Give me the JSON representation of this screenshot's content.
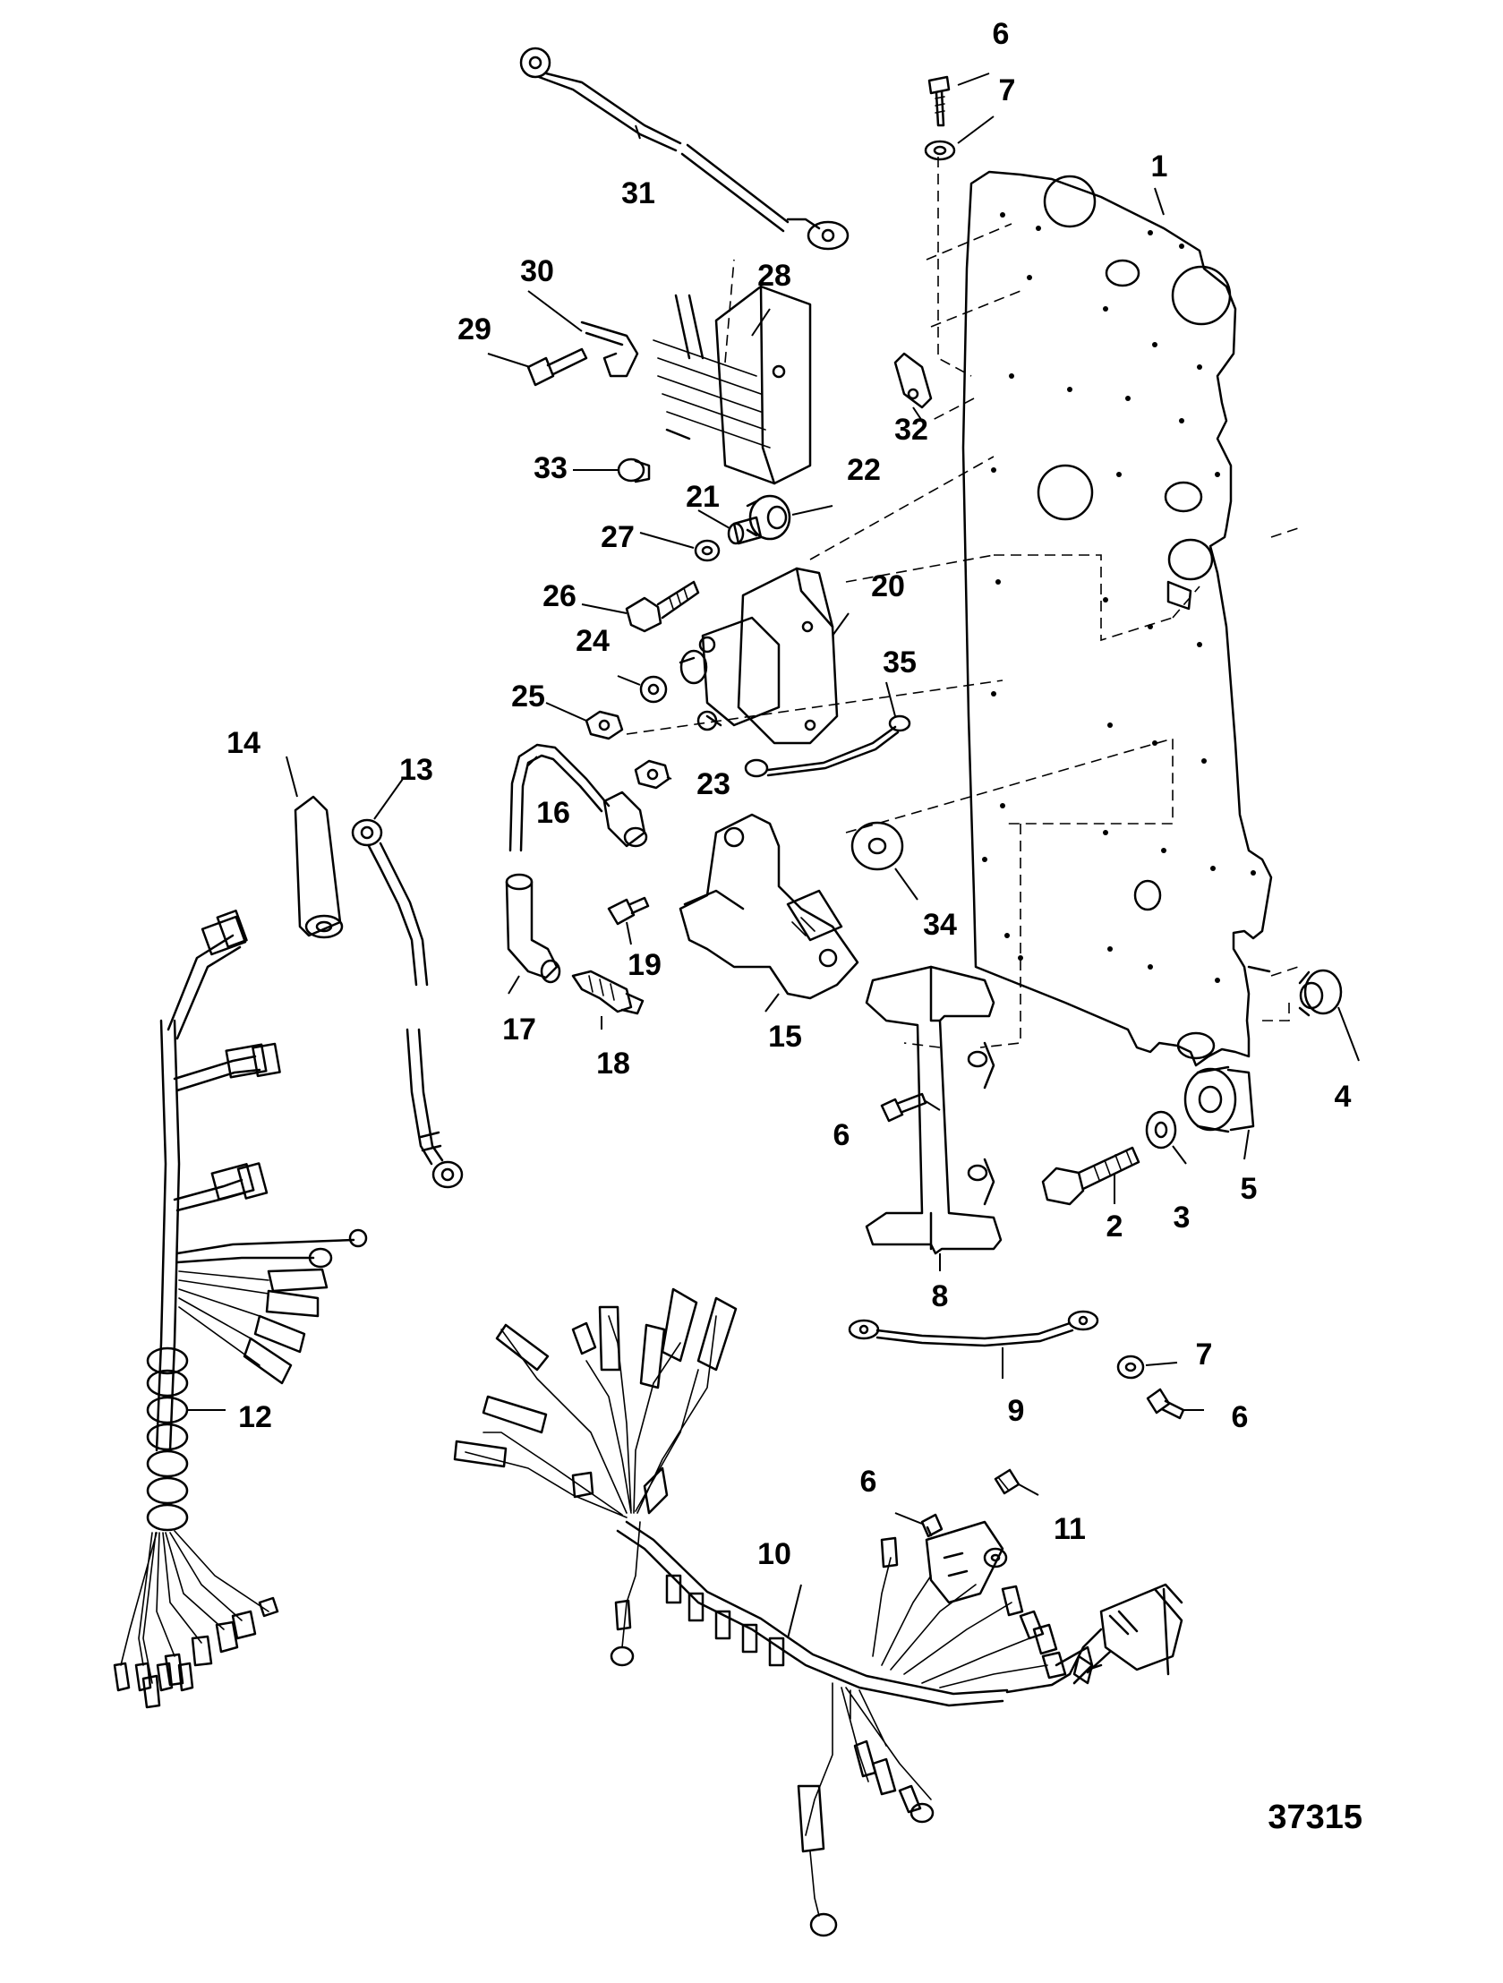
{
  "figure_number": "37315",
  "callouts": [
    {
      "id": "c1",
      "text": "1"
    },
    {
      "id": "c2",
      "text": "2"
    },
    {
      "id": "c3",
      "text": "3"
    },
    {
      "id": "c4",
      "text": "4"
    },
    {
      "id": "c5",
      "text": "5"
    },
    {
      "id": "c6a",
      "text": "6"
    },
    {
      "id": "c6b",
      "text": "6"
    },
    {
      "id": "c6c",
      "text": "6"
    },
    {
      "id": "c6d",
      "text": "6"
    },
    {
      "id": "c7a",
      "text": "7"
    },
    {
      "id": "c7b",
      "text": "7"
    },
    {
      "id": "c8",
      "text": "8"
    },
    {
      "id": "c9",
      "text": "9"
    },
    {
      "id": "c10",
      "text": "10"
    },
    {
      "id": "c11",
      "text": "11"
    },
    {
      "id": "c12",
      "text": "12"
    },
    {
      "id": "c13",
      "text": "13"
    },
    {
      "id": "c14",
      "text": "14"
    },
    {
      "id": "c15",
      "text": "15"
    },
    {
      "id": "c16",
      "text": "16"
    },
    {
      "id": "c17",
      "text": "17"
    },
    {
      "id": "c18",
      "text": "18"
    },
    {
      "id": "c19",
      "text": "19"
    },
    {
      "id": "c20",
      "text": "20"
    },
    {
      "id": "c21",
      "text": "21"
    },
    {
      "id": "c22",
      "text": "22"
    },
    {
      "id": "c23",
      "text": "23"
    },
    {
      "id": "c24",
      "text": "24"
    },
    {
      "id": "c25",
      "text": "25"
    },
    {
      "id": "c26",
      "text": "26"
    },
    {
      "id": "c27",
      "text": "27"
    },
    {
      "id": "c28",
      "text": "28"
    },
    {
      "id": "c29",
      "text": "29"
    },
    {
      "id": "c30",
      "text": "30"
    },
    {
      "id": "c31",
      "text": "31"
    },
    {
      "id": "c32",
      "text": "32"
    },
    {
      "id": "c33",
      "text": "33"
    },
    {
      "id": "c34",
      "text": "34"
    },
    {
      "id": "c35",
      "text": "35"
    }
  ]
}
